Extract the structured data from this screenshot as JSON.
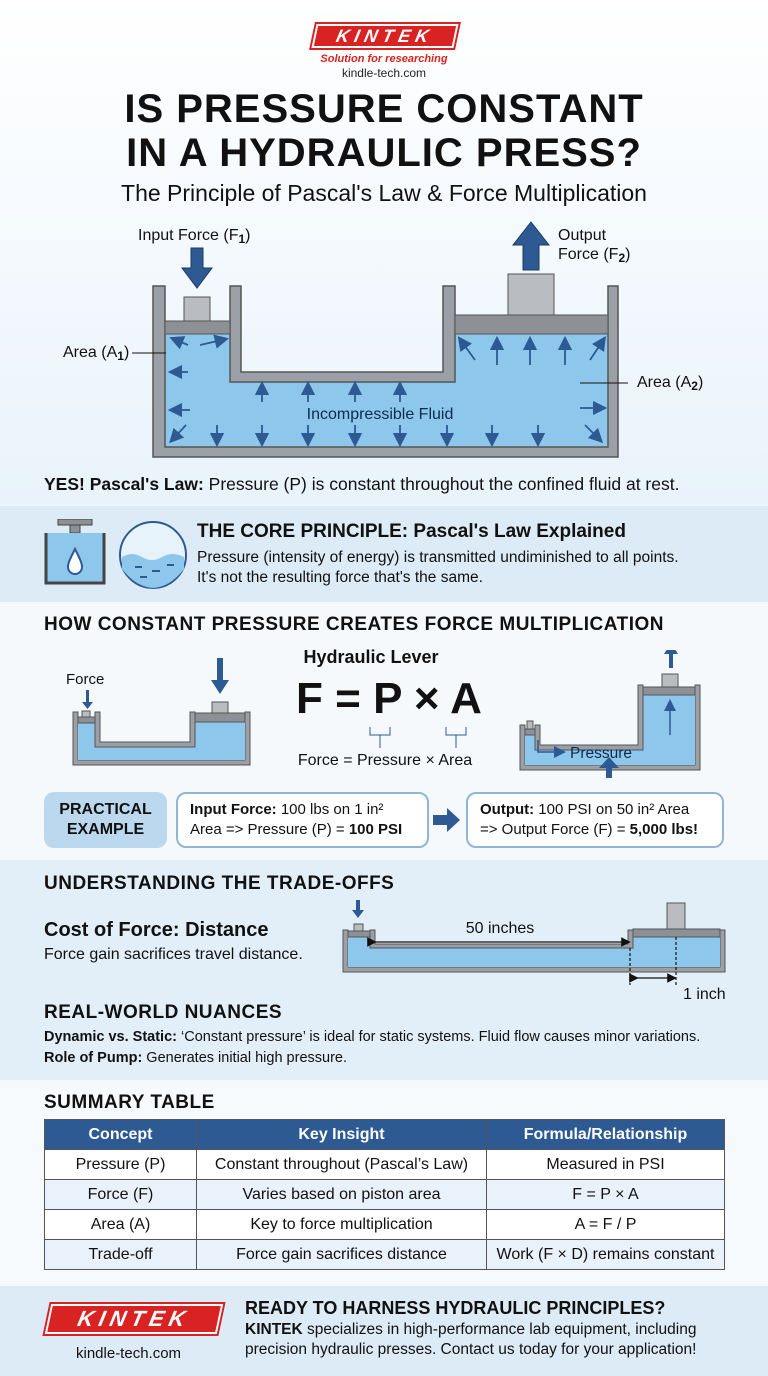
{
  "brand": {
    "name": "KINTEK",
    "tagline": "Solution for researching",
    "url": "kindle-tech.com"
  },
  "title": {
    "line1": "IS PRESSURE CONSTANT",
    "line2": "IN A HYDRAULIC PRESS?",
    "subtitle": "The Principle of Pascal's Law & Force Multiplication"
  },
  "press": {
    "input_force": "Input Force (F",
    "input_sub": "1",
    "input_close": ")",
    "output_force_a": "Output",
    "output_force_b": "Force (F",
    "output_sub": "2",
    "output_close": ")",
    "area1": "Area (A",
    "area1_sub": "1",
    "area1_close": ")",
    "area2": "Area (A",
    "area2_sub": "2",
    "area2_close": ")",
    "fluid": "Incompressible Fluid"
  },
  "conclusion": {
    "bold": "YES! Pascal's Law:",
    "text": " Pressure (P) is constant throughout the confined fluid at rest."
  },
  "core": {
    "heading": "THE CORE PRINCIPLE: Pascal's Law Explained",
    "line1": "Pressure (intensity of energy) is transmitted undiminished to all points.",
    "line2": "It's not the resulting force that's the same."
  },
  "multiplication": {
    "heading": "HOW CONSTANT PRESSURE CREATES FORCE MULTIPLICATION",
    "force_label": "Force",
    "lever_title": "Hydraulic Lever",
    "formula": {
      "f": "F",
      "eq": "=",
      "p": "P",
      "x": "×",
      "a": "A"
    },
    "formula_words": "Force = Pressure × Area",
    "pressure_label": "Pressure"
  },
  "example": {
    "tag_line1": "PRACTICAL",
    "tag_line2": "EXAMPLE",
    "input_bold": "Input Force:",
    "input_text1": " 100 lbs on 1 in²",
    "input_text2": "Area => Pressure (P) = ",
    "input_value": "100 PSI",
    "output_bold": "Output:",
    "output_text1": " 100 PSI on 50 in² Area",
    "output_text2": "=> Output Force (F) = ",
    "output_value": "5,000 lbs!"
  },
  "tradeoffs": {
    "heading": "UNDERSTANDING THE TRADE-OFFS",
    "cost_title": "Cost of Force: Distance",
    "cost_text": "Force gain sacrifices travel distance.",
    "dist_long": "50 inches",
    "dist_short": "1 inch"
  },
  "nuances": {
    "heading": "REAL-WORLD NUANCES",
    "dyn_bold": "Dynamic vs. Static:",
    "dyn_text": " ‘Constant pressure’ is ideal for static systems. Fluid flow causes minor variations.",
    "pump_bold": "Role of Pump:",
    "pump_text": " Generates initial high pressure."
  },
  "summary": {
    "heading": "SUMMARY TABLE",
    "columns": [
      "Concept",
      "Key Insight",
      "Formula/Relationship"
    ],
    "rows": [
      [
        "Pressure (P)",
        "Constant throughout (Pascal’s Law)",
        "Measured in PSI"
      ],
      [
        "Force (F)",
        "Varies based on piston area",
        "F = P × A"
      ],
      [
        "Area (A)",
        "Key to force multiplication",
        "A = F / P"
      ],
      [
        "Trade-off",
        "Force gain sacrifices distance",
        "Work (F × D) remains constant"
      ]
    ]
  },
  "cta": {
    "heading": "READY TO HARNESS HYDRAULIC PRINCIPLES?",
    "brand": "KINTEK",
    "line1": " specializes in high-performance lab equipment, including",
    "line2": "precision hydraulic presses. Contact us today for your application!"
  },
  "colors": {
    "fluid": "#8ec7ec",
    "steel": "#8d9196",
    "arrow": "#2d5a93",
    "brand": "#d92323"
  }
}
